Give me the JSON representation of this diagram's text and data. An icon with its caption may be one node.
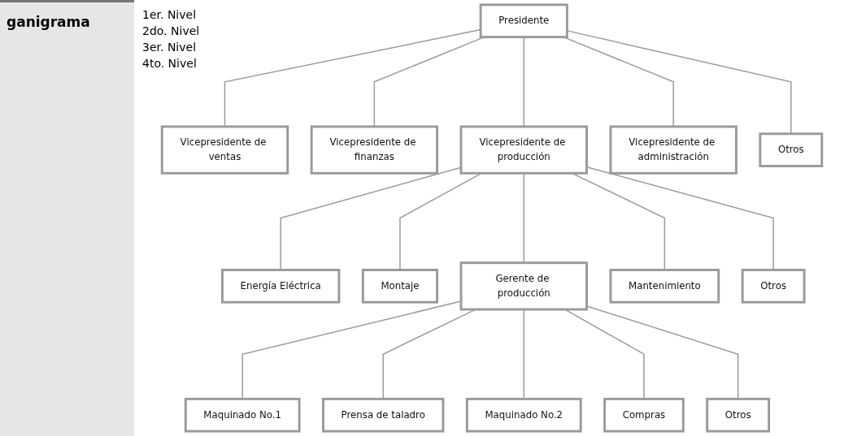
{
  "diagram": {
    "title": "ganigrama",
    "nodes": [
      {
        "text": [
          "Presidente"
        ]
      },
      {
        "text": [
          "Vicepresidente de ventas"
        ]
      },
      {
        "text": [
          "Vicepresidente de finanzas"
        ]
      },
      {
        "text": [
          "Vicepresidente de producción"
        ]
      },
      {
        "text": [
          "Vicepresidente de administración"
        ]
      },
      {
        "text": [
          "Otros"
        ]
      },
      {
        "text": [
          "Energía Eléctrica"
        ]
      },
      {
        "text": [
          "Montaje"
        ]
      },
      {
        "text": [
          "Gerente de producción"
        ]
      },
      {
        "text": [
          "Mantenimiento"
        ]
      },
      {
        "text": [
          "Otros"
        ]
      },
      {
        "text": [
          "Maquinado No.1"
        ]
      },
      {
        "text": [
          "Prensa de taladro"
        ]
      },
      {
        "text": [
          "Maquinado No.2"
        ]
      },
      {
        "text": [
          "Compras"
        ]
      },
      {
        "text": [
          "Otros"
        ]
      }
    ],
    "edges": [
      {
        "from": 0,
        "to": 1,
        "arrow": "none"
      },
      {
        "from": 0,
        "to": 2,
        "arrow": "none"
      },
      {
        "from": 0,
        "to": 3,
        "arrow": "none"
      },
      {
        "from": 0,
        "to": 4,
        "arrow": "none"
      },
      {
        "from": 0,
        "to": 5,
        "arrow": "none"
      },
      {
        "from": 3,
        "to": 6,
        "arrow": "none"
      },
      {
        "from": 3,
        "to": 7,
        "arrow": "none"
      },
      {
        "from": 3,
        "to": 8,
        "arrow": "none"
      },
      {
        "from": 3,
        "to": 9,
        "arrow": "none"
      },
      {
        "from": 3,
        "to": 10,
        "arrow": "none"
      },
      {
        "from": 8,
        "to": 11,
        "arrow": "none"
      },
      {
        "from": 8,
        "to": 12,
        "arrow": "none"
      },
      {
        "from": 8,
        "to": 13,
        "arrow": "none"
      },
      {
        "from": 8,
        "to": 14,
        "arrow": "none"
      },
      {
        "from": 8,
        "to": 15,
        "arrow": "none"
      }
    ],
    "labels": [
      "1er. Nivel",
      "2do. Nivel",
      "3er. Nivel",
      "4to. Nivel"
    ]
  }
}
